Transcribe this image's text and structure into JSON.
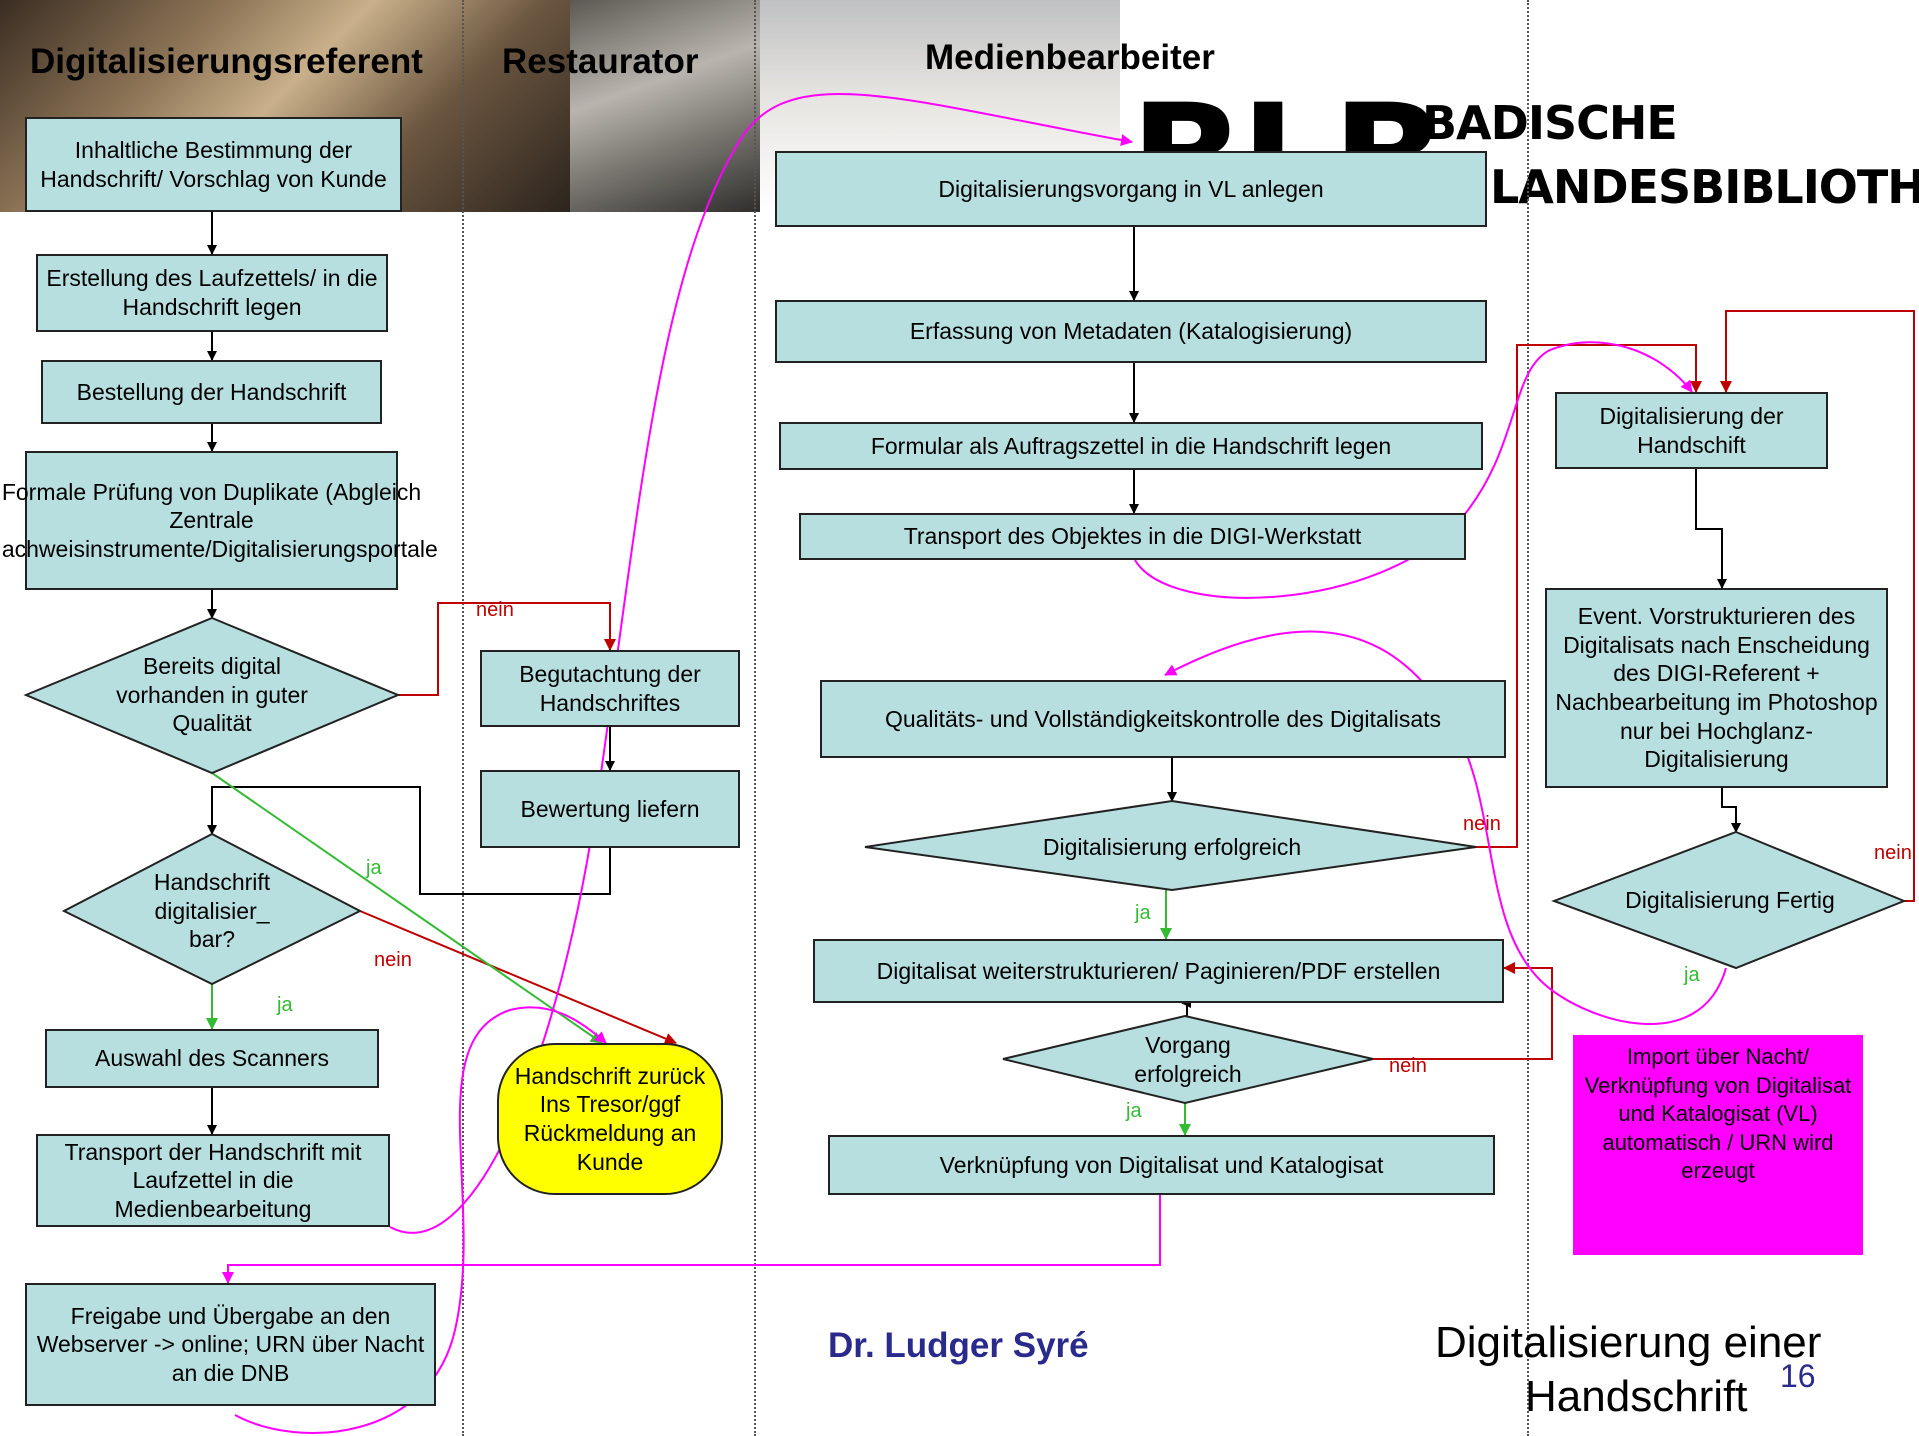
{
  "lanes": {
    "digi": "Digitalisierungsreferent",
    "restaurator": "Restaurator",
    "medien": "Medienbearbeiter"
  },
  "logo": {
    "blb": "BLB",
    "line1": "BADISCHE",
    "line2": "LANDESBIBLIOTHEK"
  },
  "boxes": {
    "b1": "Inhaltliche Bestimmung der Handschrift/ Vorschlag von Kunde",
    "b2": "Erstellung des Laufzettels/ in die Handschrift legen",
    "b3": "Bestellung der Handschrift",
    "b4": "Formale Prüfung von Duplikate (Abgleich Zentrale Nachweisinstrumente/Digitalisierungsportale",
    "b5": "Auswahl des Scanners",
    "b6": "Transport der Handschrift mit Laufzettel in die Medienbearbeitung",
    "b7": "Freigabe und Übergabe an den Webserver -> online; URN über Nacht an die DNB",
    "r1": "Begutachtung der Handschriftes",
    "r2": "Bewertung liefern",
    "m1": "Digitalisierungsvorgang in VL anlegen",
    "m2": "Erfassung von Metadaten (Katalogisierung)",
    "m3": "Formular als Auftragszettel in die Handschrift legen",
    "m4": "Transport des Objektes in die DIGI-Werkstatt",
    "m5": "Qualitäts- und Vollständigkeitskontrolle des Digitalisats",
    "m6": "Digitalisat weiterstrukturieren/ Paginieren/PDF erstellen",
    "m7": "Verknüpfung von Digitalisat und Katalogisat",
    "w1": "Digitalisierung der Handschift",
    "w2": "Event. Vorstrukturieren des Digitalisats nach Enscheidung des DIGI-Referent + Nachbearbeitung im Photoshop nur bei Hochglanz-Digitalisierung"
  },
  "decisions": {
    "d1": "Bereits digital vorhanden in guter Qualität",
    "d2": "Handschrift digitalisier_ bar?",
    "d3": "Digitalisierung erfolgreich",
    "d4": "Vorgang erfolgreich",
    "d5": "Digitalisierung Fertig"
  },
  "terminal": "Handschrift zurück Ins Tresor/ggf Rückmeldung an Kunde",
  "import_box": "Import über Nacht/ Verknüpfung von Digitalisat und Katalogisat (VL) automatisch / URN wird erzeugt",
  "labels": {
    "yes": "ja",
    "no": "nein"
  },
  "author": "Dr. Ludger Syré",
  "title_line1": "Digitalisierung einer",
  "title_line2": "Handschrift",
  "page_number": "16",
  "colors": {
    "box_fill": "#b7dfe0",
    "terminal_fill": "#ffff00",
    "import_fill": "#ff00ff",
    "yes_line": "#33bb33",
    "no_line": "#c00000",
    "flow_magenta": "#ff00ff",
    "author_color": "#2a2a8c"
  }
}
